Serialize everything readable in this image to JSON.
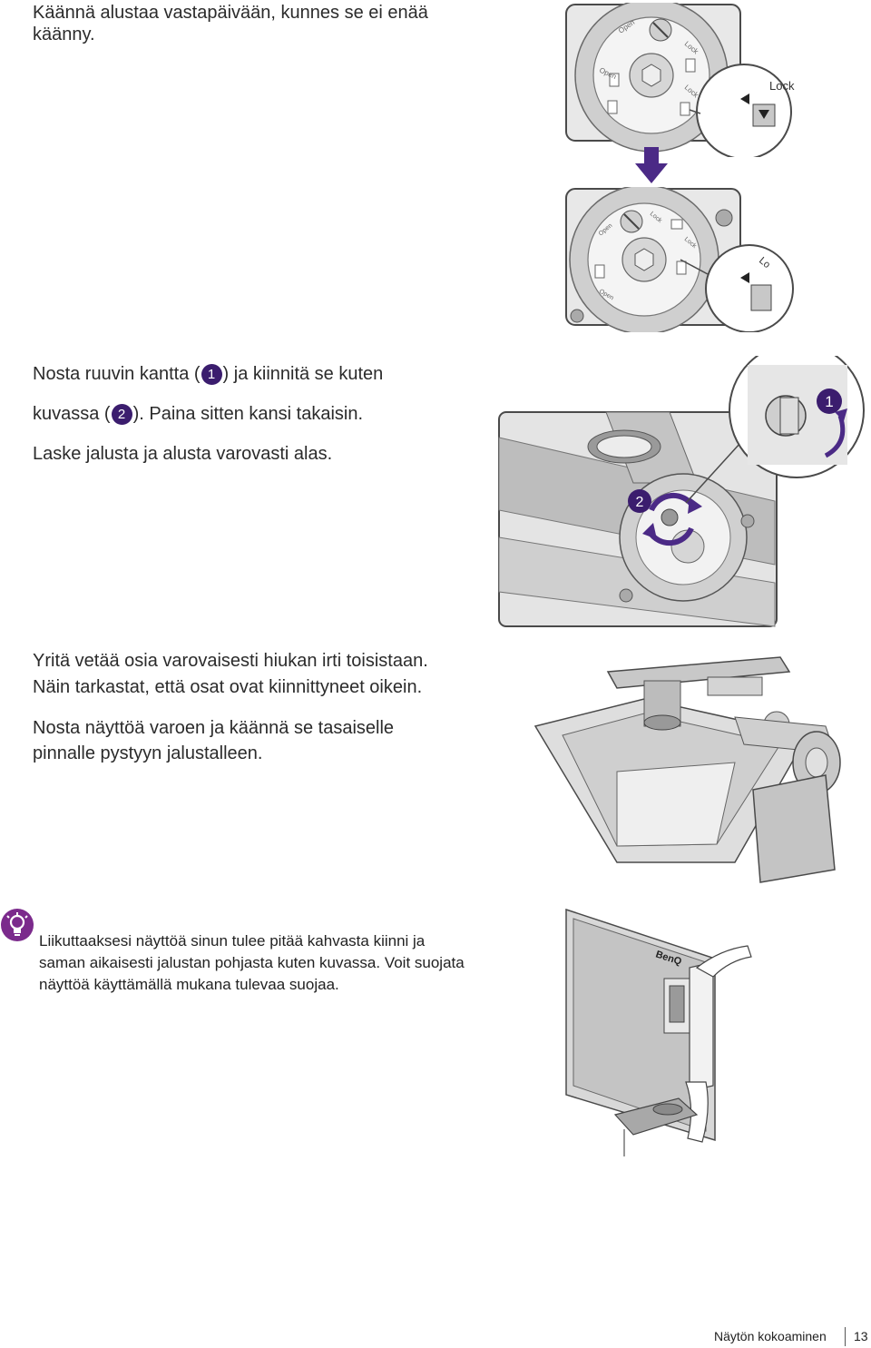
{
  "step1": {
    "text": "Käännä alustaa vastapäivään, kunnes se ei enää käänny.",
    "fig_labels": {
      "open_a": "Open",
      "lock_a": "Lock",
      "open_b": "Open",
      "lock_b": "Lock",
      "zoom_lock": "Lock",
      "open_c": "Open",
      "lock_c": "Lock",
      "lock_d": "Lock",
      "open_d": "Open",
      "zoom_lock2": "Lo"
    }
  },
  "step2": {
    "line1_pre": "Nosta ruuvin kantta (",
    "badge1": "1",
    "line1_post": ") ja kiinnitä se kuten",
    "line2_pre": "kuvassa (",
    "badge2": "2",
    "line2_post": "). Paina sitten kansi takaisin.",
    "line3": "Laske jalusta ja alusta varovasti alas.",
    "fig_badge1": "1",
    "fig_badge2": "2"
  },
  "step3": {
    "line1": "Yritä vetää osia varovaisesti hiukan irti toisistaan.",
    "line2": "Näin tarkastat, että osat ovat kiinnittyneet oikein."
  },
  "step4": {
    "line1": "Nosta näyttöä varoen ja käännä se tasaiselle",
    "line2": "pinnalle pystyyn jalustalleen."
  },
  "tip": {
    "line1": "Liikuttaaksesi näyttöä sinun tulee pitää kahvasta kiinni ja",
    "line2": "saman aikaisesti jalustan pohjasta kuten kuvassa. Voit suojata",
    "line3": "näyttöä käyttämällä mukana tulevaa suojaa.",
    "monitor_brand": "BenQ"
  },
  "footer": {
    "section": "Näytön kokoaminen",
    "page": "13"
  },
  "colors": {
    "accent": "#3b1d6e",
    "tip_icon": "#7b2a8c",
    "arrow": "#4b2a86",
    "metal": "#b8b8b8",
    "outline": "#4a4a4a"
  }
}
